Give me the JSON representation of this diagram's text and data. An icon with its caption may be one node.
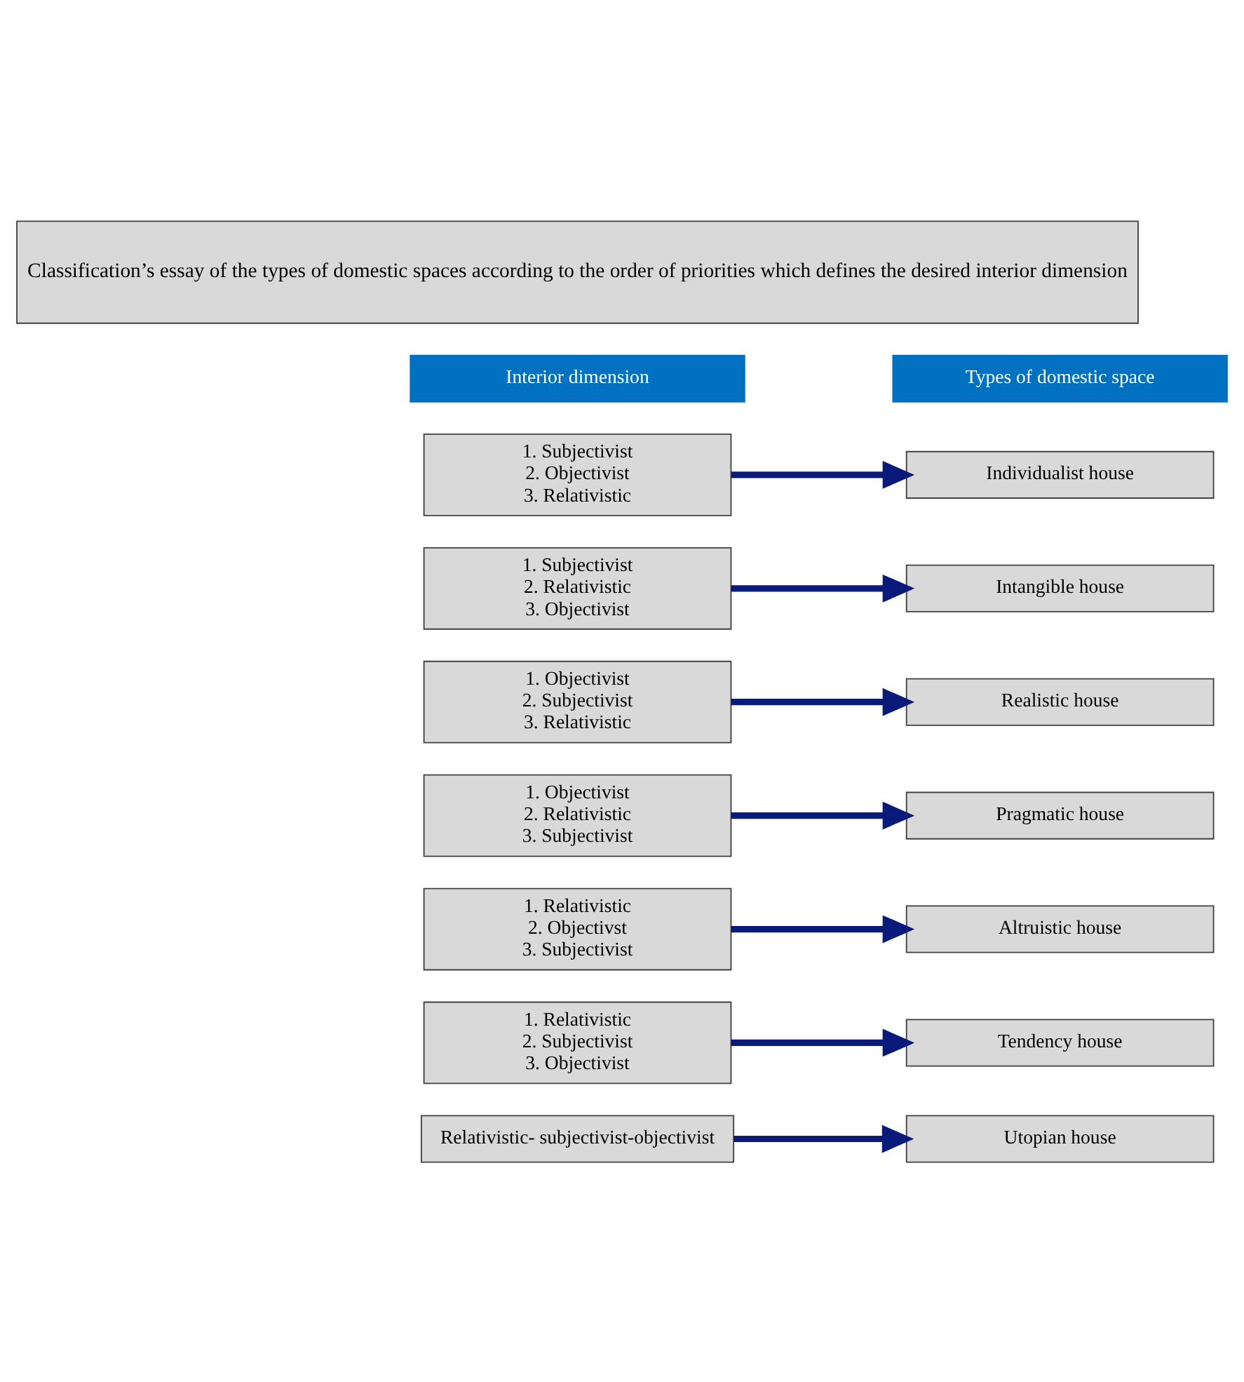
{
  "diagram": {
    "nodes": [
      {
        "text": [
          "Classification’s essay of the types of domestic spaces according to the order of priorities which defines the desired interior dimension"
        ]
      },
      {
        "text": [
          "Interior dimension"
        ]
      },
      {
        "text": [
          "Types of domestic space"
        ]
      },
      {
        "text": [
          "1. Subjectivist",
          "2. Objectivist",
          "3. Relativistic"
        ]
      },
      {
        "text": [
          "Individualist house"
        ]
      },
      {
        "text": [
          "1. Subjectivist",
          "2. Relativistic",
          "3. Objectivist"
        ]
      },
      {
        "text": [
          "Intangible house"
        ]
      },
      {
        "text": [
          "1. Objectivist",
          "2. Subjectivist",
          "3. Relativistic"
        ]
      },
      {
        "text": [
          "Realistic house"
        ]
      },
      {
        "text": [
          "1. Objectivist",
          "2. Relativistic",
          "3. Subjectivist"
        ]
      },
      {
        "text": [
          "Pragmatic house"
        ]
      },
      {
        "text": [
          "1. Relativistic",
          "2. Objectivst",
          "3. Subjectivist"
        ]
      },
      {
        "text": [
          "Altruistic house"
        ]
      },
      {
        "text": [
          "1. Relativistic",
          "2. Subjectivist",
          "3. Objectivist"
        ]
      },
      {
        "text": [
          "Tendency house"
        ]
      },
      {
        "text": [
          "Relativistic- subjectivist-objectivist"
        ]
      },
      {
        "text": [
          "Utopian house"
        ]
      }
    ],
    "edges": [
      {
        "from": 3,
        "to": 4,
        "arrow": "to"
      },
      {
        "from": 5,
        "to": 6,
        "arrow": "to"
      },
      {
        "from": 7,
        "to": 8,
        "arrow": "to"
      },
      {
        "from": 9,
        "to": 10,
        "arrow": "to"
      },
      {
        "from": 11,
        "to": 12,
        "arrow": "to"
      },
      {
        "from": 13,
        "to": 14,
        "arrow": "to"
      },
      {
        "from": 15,
        "to": 16,
        "arrow": "to"
      }
    ]
  }
}
